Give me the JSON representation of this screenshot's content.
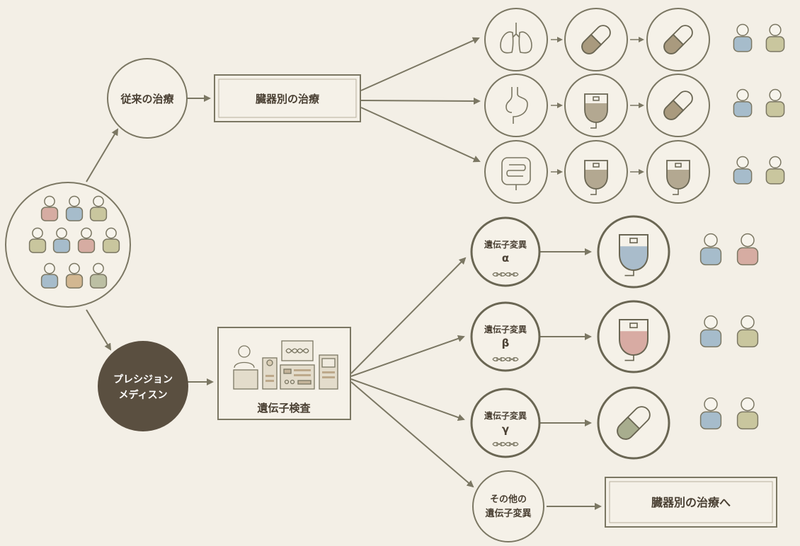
{
  "colors": {
    "background": "#f3efe6",
    "stroke": "#7b7763",
    "dark_node": "#5a4f40",
    "text": "#4a4033",
    "person_pink": "#d6aca2",
    "person_blue": "#a6bccb",
    "person_olive": "#c9c69e",
    "person_sage": "#bcbfa3",
    "person_tan": "#d2b791",
    "drug_capsule": "#a99a7e",
    "drip_brown": "#b3a891",
    "drip_blue": "#a9bccb",
    "drip_pink": "#d8aba3",
    "capsule_green": "#a8ad8e"
  },
  "nodes": {
    "traditional": "従来の治療",
    "organ_treatment": "臓器別の治療",
    "precision_line1": "プレシジョン",
    "precision_line2": "メディスン",
    "genetic_test": "遺伝子検査",
    "mutation_label": "遺伝子変異",
    "mutations": [
      {
        "greek": "α",
        "drug": "drip",
        "drip_color": "blue",
        "patients": [
          "blue",
          "pink"
        ]
      },
      {
        "greek": "β",
        "drug": "drip",
        "drip_color": "pink",
        "patients": [
          "blue",
          "olive"
        ]
      },
      {
        "greek": "γ",
        "drug": "capsule",
        "patients": [
          "blue",
          "olive"
        ]
      }
    ],
    "other_line1": "その他の",
    "other_line2": "遺伝子変異",
    "to_organ": "臓器別の治療へ"
  },
  "organ_rows": [
    {
      "organ": "lungs-icon",
      "drug1": "capsule-icon",
      "drug2": "capsule-icon",
      "patients": [
        "blue",
        "olive"
      ]
    },
    {
      "organ": "stomach-icon",
      "drug1": "iv-drip-icon",
      "drug2": "capsule-icon",
      "patients": [
        "blue",
        "olive"
      ]
    },
    {
      "organ": "intestine-icon",
      "drug1": "iv-drip-icon",
      "drug2": "iv-drip-icon",
      "patients": [
        "blue",
        "olive"
      ]
    }
  ],
  "population": [
    [
      "pink",
      "blue",
      "olive"
    ],
    [
      "olive",
      "blue",
      "pink",
      "olive"
    ],
    [
      "blue",
      "tan",
      "sage"
    ]
  ]
}
